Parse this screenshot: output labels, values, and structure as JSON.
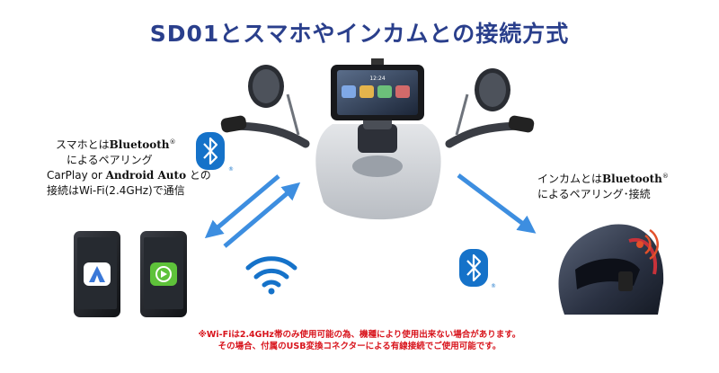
{
  "title": "SD01とスマホやインカムとの接続方式",
  "left_label": {
    "line1_prefix": "スマホとは",
    "bluetooth": "Bluetooth",
    "reg": "®",
    "line2": "によるペアリング",
    "carplay_prefix": "CarPlay or ",
    "android_auto": "Android Auto",
    "line3_suffix": " との",
    "line4": "接続はWi-Fi(2.4GHz)で通信"
  },
  "right_label": {
    "line1_prefix": "インカムとは",
    "bluetooth": "Bluetooth",
    "reg": "®",
    "line2": "によるペアリング･接続"
  },
  "bluetooth_reg_mark": "®",
  "screen_time": "12:24",
  "note": {
    "line1": "※Wi-Fiは2.4GHz帯のみ使用可能の為、機種により使用出来ない場合があります。",
    "line2": "その場合、付属のUSB変換コネクターによる有線接続でご使用可能です。"
  },
  "colors": {
    "title": "#2a3f8c",
    "arrow": "#3d8ee0",
    "bluetooth": "#1572c9",
    "note": "#d8141c",
    "android_auto": "#3a78d8",
    "carplay": "#5ec23a"
  },
  "icons": [
    "bluetooth-icon",
    "wifi-icon",
    "android-auto-icon",
    "carplay-icon",
    "signal-waves-icon"
  ]
}
